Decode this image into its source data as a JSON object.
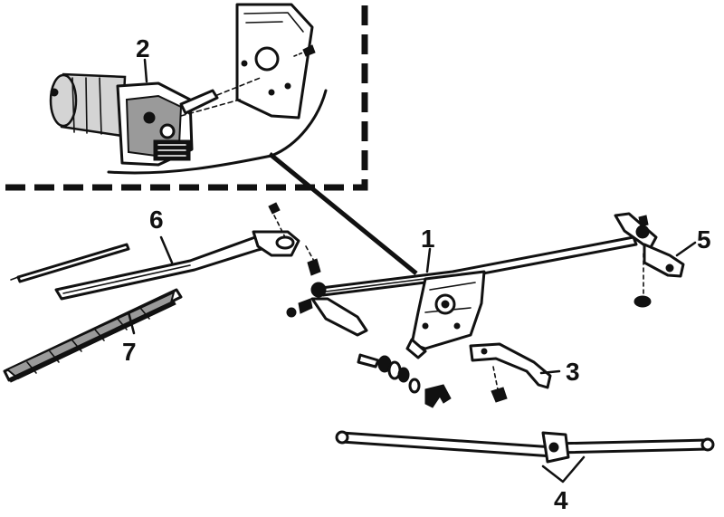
{
  "labels": {
    "l1": "1",
    "l2": "2",
    "l3": "3",
    "l4": "4",
    "l5": "5",
    "l6": "6",
    "l7": "7"
  },
  "colors": {
    "ink": "#111111",
    "paper": "#ffffff",
    "shade": "#9a9a9a"
  }
}
